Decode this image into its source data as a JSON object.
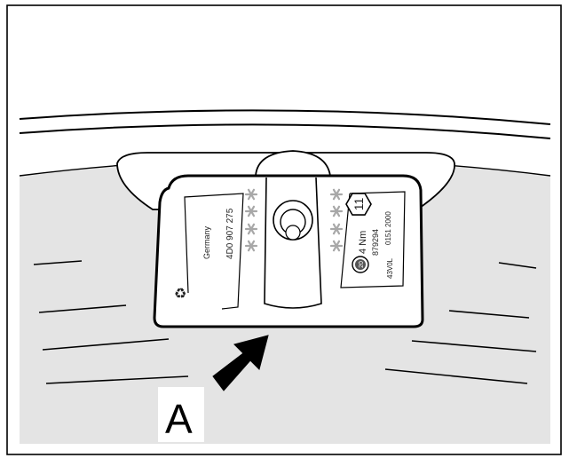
{
  "diagram": {
    "callout_label": "A",
    "sensor_text": {
      "origin": "Germany",
      "part_number": "4D0 907 275",
      "torque": "4 Nm",
      "torque_hex_number": "11",
      "serial": "879294",
      "date_code": "0151 2000",
      "valve_code": "43V0L",
      "circle_number": "20",
      "recycle_mark": "♻"
    },
    "colors": {
      "tyre_fill": "#e4e4e4",
      "line": "#000000",
      "background": "#ffffff",
      "sensor_fill": "#ffffff",
      "snowflake": "#a8a8a8"
    },
    "icons": [
      "snowflake-icon",
      "hexagon-icon",
      "circle-badge-icon",
      "arrow-icon",
      "recycle-icon"
    ]
  }
}
